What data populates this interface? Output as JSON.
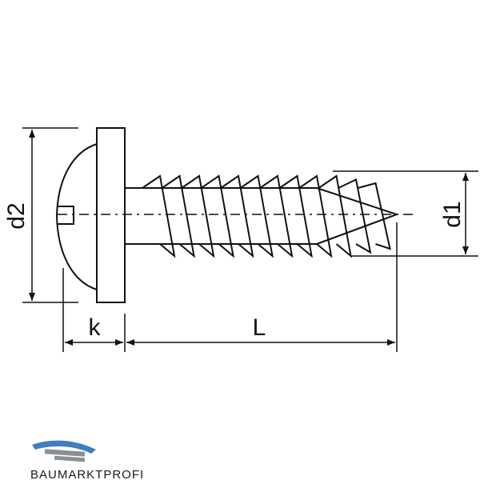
{
  "diagram": {
    "subject": "screw technical drawing",
    "dimensions": {
      "head_diameter": "d2",
      "thread_diameter": "d1",
      "head_height": "k",
      "length": "L"
    }
  },
  "watermark": {
    "brand": "BAUMARKTPROFI"
  },
  "colors": {
    "line": "#111111",
    "background": "#ffffff",
    "logo_blue": "#3f7fbf",
    "logo_grey": "#8a8f96"
  }
}
